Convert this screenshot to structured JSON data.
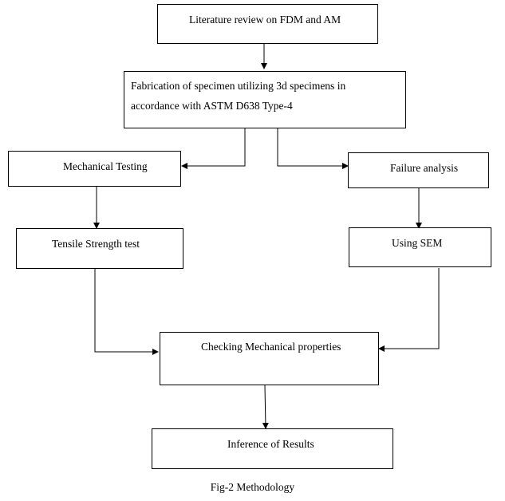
{
  "nodes": {
    "literature": {
      "label": "Literature review on FDM and AM"
    },
    "fabrication": {
      "line1": "Fabrication of specimen utilizing 3d specimens in",
      "line2": "accordance with ASTM D638 Type-4"
    },
    "mechanical_testing": {
      "label": "Mechanical Testing"
    },
    "failure_analysis": {
      "label": "Failure analysis"
    },
    "tensile": {
      "label": "Tensile Strength test"
    },
    "sem": {
      "label": "Using SEM"
    },
    "checking": {
      "label": "Checking Mechanical properties"
    },
    "inference": {
      "label": "Inference of Results"
    }
  },
  "caption": "Fig-2 Methodology",
  "colors": {
    "line": "#000000",
    "box_border": "#000000",
    "background": "#ffffff"
  }
}
